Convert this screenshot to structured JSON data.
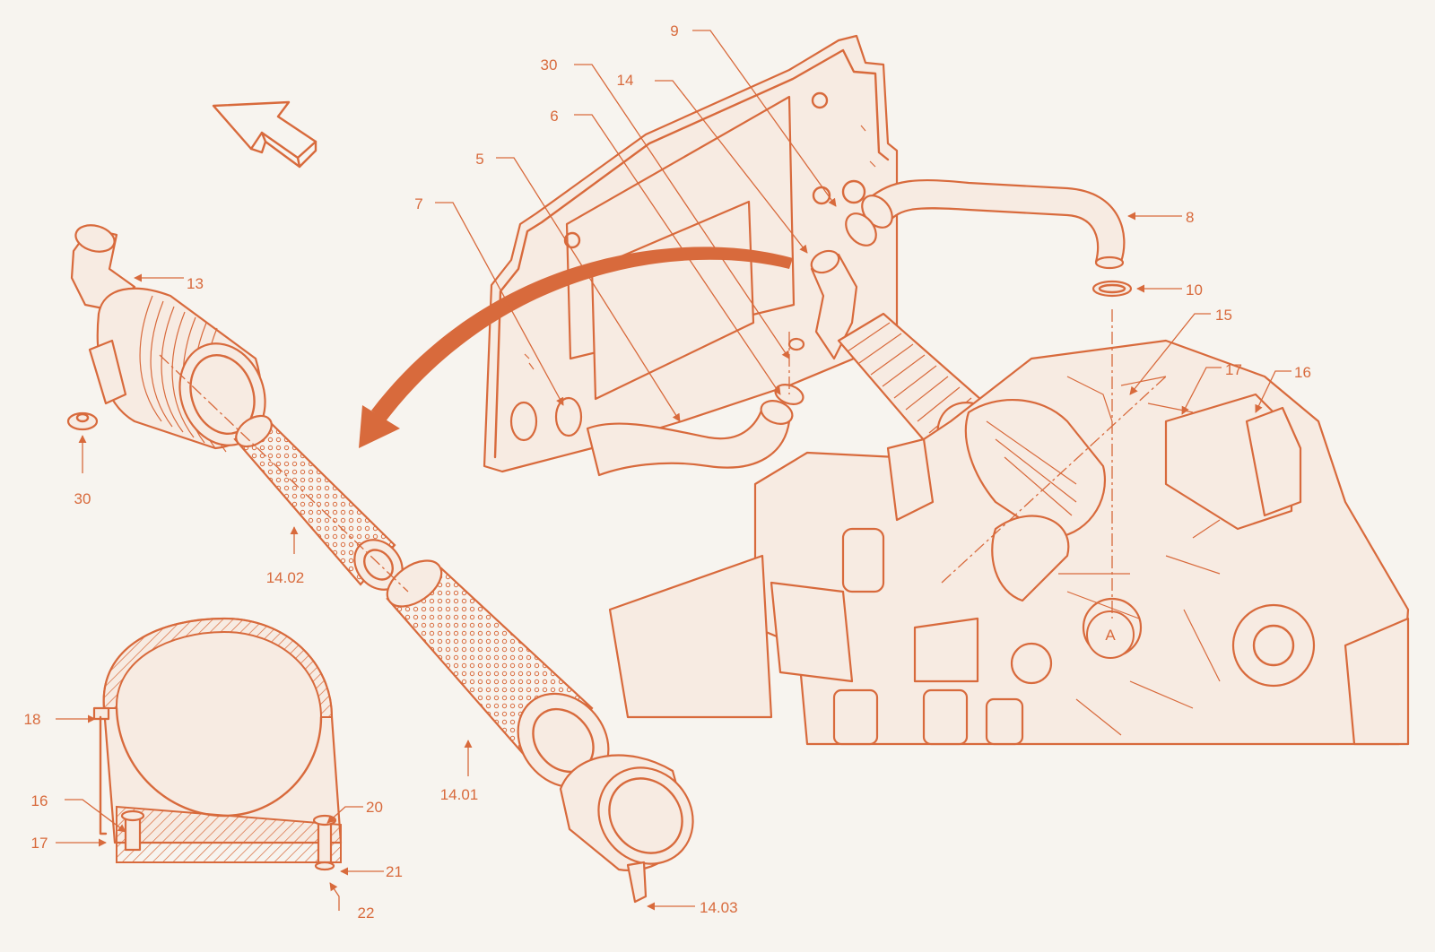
{
  "diagram": {
    "callouts": {
      "c9": "9",
      "c30_top": "30",
      "c14": "14",
      "c6": "6",
      "c5": "5",
      "c7": "7",
      "c8": "8",
      "c13": "13",
      "c10": "10",
      "c15": "15",
      "c17_right": "17",
      "c16_right": "16",
      "c30_left": "30",
      "c14_02": "14.02",
      "c14_01": "14.01",
      "c14_03": "14.03",
      "c18": "18",
      "c16_left": "16",
      "c17_left": "17",
      "c20": "20",
      "c21": "21",
      "c22": "22",
      "detail_a": "A"
    },
    "colors": {
      "line": "#d86a3c",
      "background": "#f7f4ef"
    }
  }
}
